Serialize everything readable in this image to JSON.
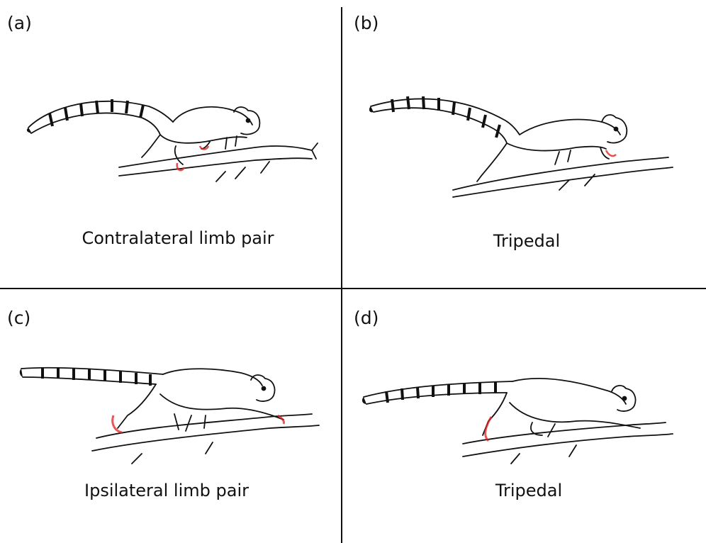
{
  "panels": [
    {
      "letter": "(a)",
      "caption": "Contralateral limb pair"
    },
    {
      "letter": "(b)",
      "caption": "Tripedal"
    },
    {
      "letter": "(c)",
      "caption": "Ipsilateral limb pair"
    },
    {
      "letter": "(d)",
      "caption": "Tripedal"
    }
  ],
  "colors": {
    "line": "#111111",
    "highlight": "#e02020",
    "tail_band": "#111111"
  }
}
